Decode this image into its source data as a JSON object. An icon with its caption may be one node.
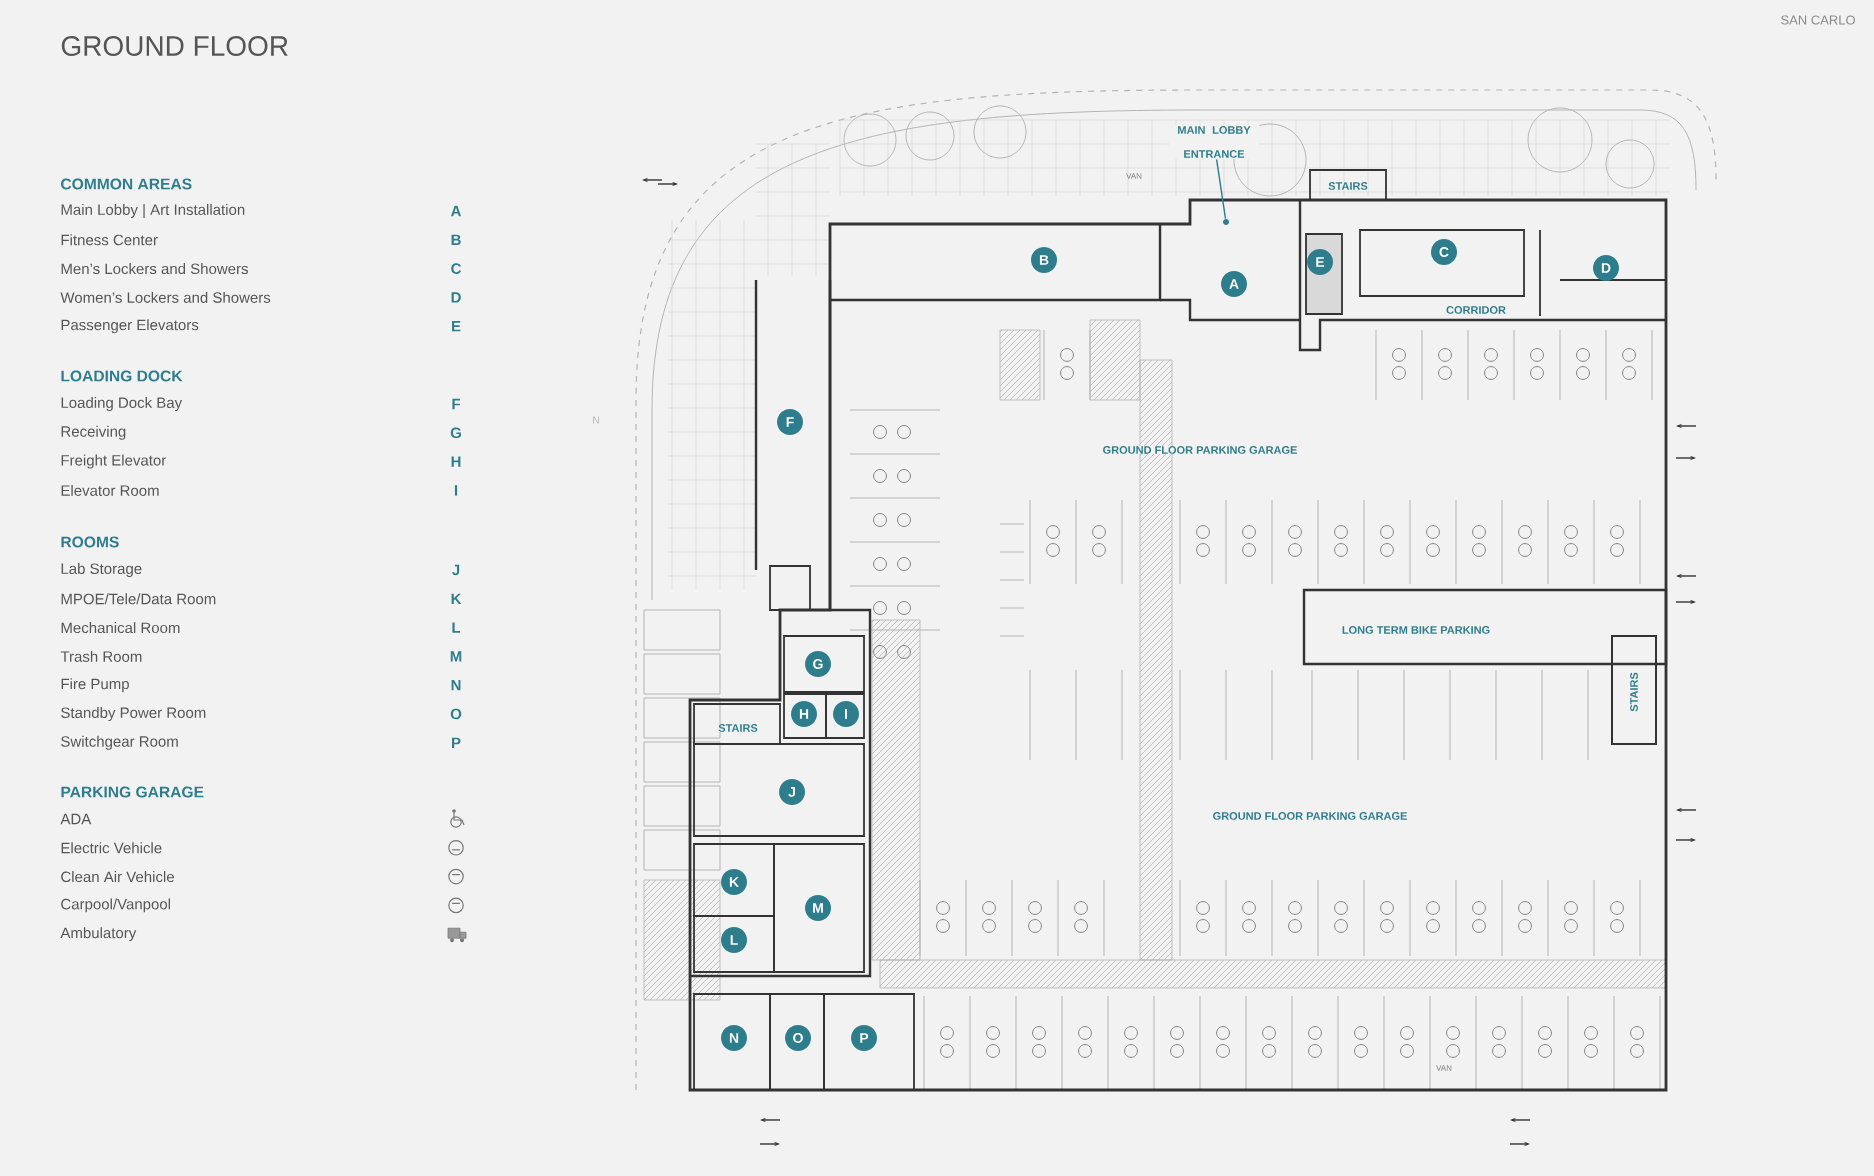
{
  "diagram": {
    "title": "GROUND FLOOR",
    "nodes": [
      {
        "text": [
          "A"
        ]
      },
      {
        "text": [
          "B"
        ]
      },
      {
        "text": [
          "C"
        ]
      },
      {
        "text": [
          "D"
        ]
      },
      {
        "text": [
          "E"
        ]
      },
      {
        "text": [
          "F"
        ]
      },
      {
        "text": [
          "G"
        ]
      },
      {
        "text": [
          "H"
        ]
      },
      {
        "text": [
          "I"
        ]
      },
      {
        "text": [
          "J"
        ]
      },
      {
        "text": [
          "K"
        ]
      },
      {
        "text": [
          "L"
        ]
      },
      {
        "text": [
          "M"
        ]
      },
      {
        "text": [
          "N"
        ]
      },
      {
        "text": [
          "O"
        ]
      },
      {
        "text": [
          "P"
        ]
      },
      {
        "text": [
          "MAIN LOBBY ENTRANCE"
        ]
      },
      {
        "text": [],
        "shape": "circle"
      }
    ],
    "edges": [
      {
        "from": 16,
        "to": 17,
        "arrow": "none"
      }
    ],
    "labels": [
      "SAN CARLO",
      "COMMON AREAS",
      "Main Lobby | Art Installation",
      "A",
      "Fitness Center",
      "B",
      "Men’s Lockers and Showers",
      "C",
      "Women’s Lockers and Showers",
      "D",
      "Passenger Elevators",
      "E",
      "LOADING DOCK",
      "Loading Dock Bay",
      "F",
      "Receiving",
      "G",
      "Freight Elevator",
      "H",
      "Elevator Room",
      "I",
      "ROOMS",
      "Lab Storage",
      "J",
      "MPOE/Tele/Data Room",
      "K",
      "Mechanical Room",
      "L",
      "Trash Room",
      "M",
      "Fire Pump",
      "N",
      "Standby Power Room",
      "O",
      "Switchgear Room",
      "P",
      "PARKING GARAGE",
      "N",
      "STAIRS",
      "CORRIDOR",
      "GROUND FLOOR PARKING GARAGE",
      "LONG TERM BIKE PARKING",
      "STAIRS",
      "STAIRS",
      "GROUND FLOOR PARKING GARAGE",
      "VAN",
      "VAN"
    ],
    "legend": [
      {
        "text": "ADA"
      },
      {
        "text": "Electric Vehicle"
      },
      {
        "text": "Clean Air Vehicle"
      },
      {
        "text": "Carpool/Vanpool"
      },
      {
        "text": "Ambulatory"
      }
    ]
  }
}
